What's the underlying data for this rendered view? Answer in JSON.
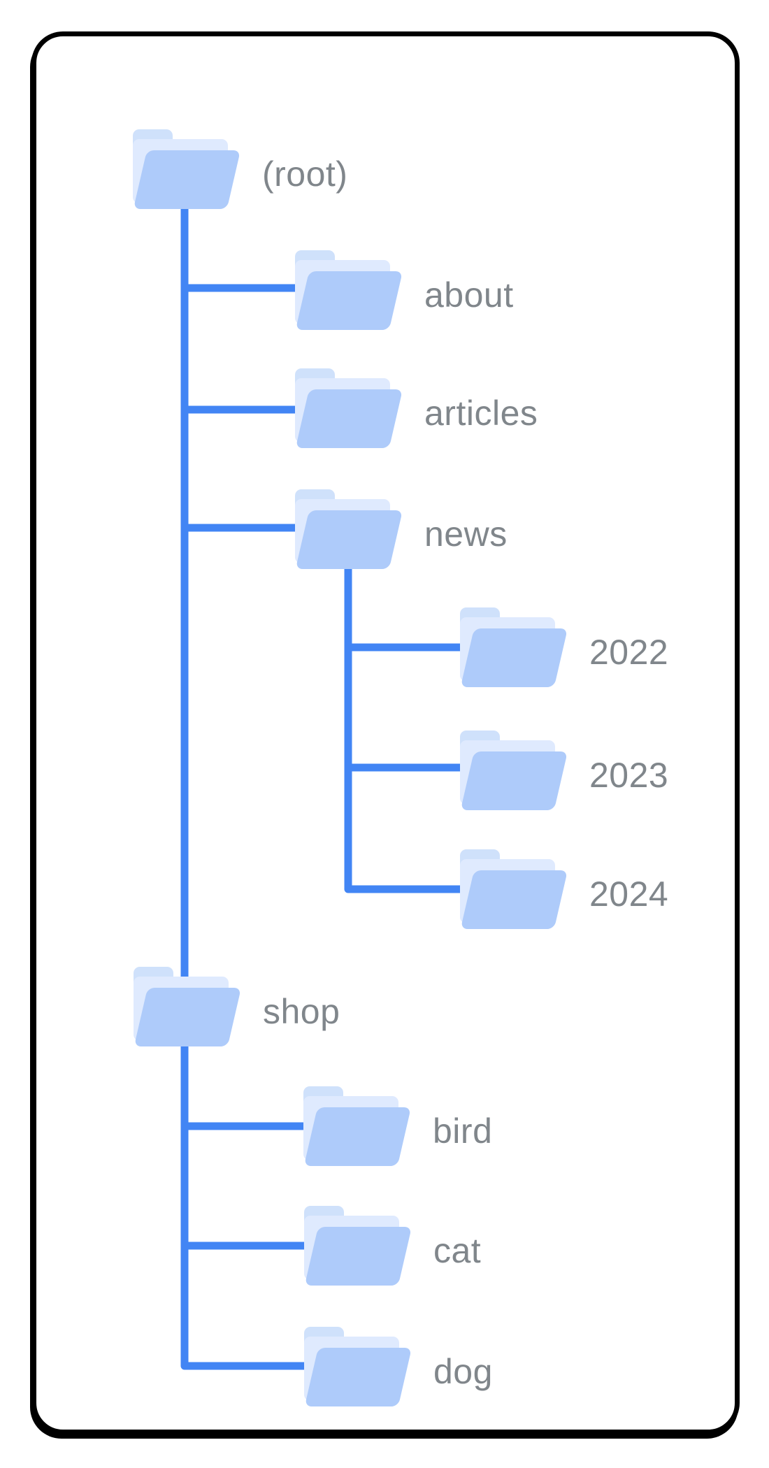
{
  "colors": {
    "connector": "#4285f4",
    "folder_front": "#aecbfa",
    "folder_tab": "#cfe1fb",
    "folder_sheet": "#dfeafe",
    "label_text": "#80868b",
    "card_border": "#000000",
    "card_background": "#ffffff"
  },
  "tree": {
    "nodes": [
      {
        "id": "root",
        "label": "(root)",
        "parent": null
      },
      {
        "id": "about",
        "label": "about",
        "parent": "root"
      },
      {
        "id": "articles",
        "label": "articles",
        "parent": "root"
      },
      {
        "id": "news",
        "label": "news",
        "parent": "root"
      },
      {
        "id": "2022",
        "label": "2022",
        "parent": "news"
      },
      {
        "id": "2023",
        "label": "2023",
        "parent": "news"
      },
      {
        "id": "2024",
        "label": "2024",
        "parent": "news"
      },
      {
        "id": "shop",
        "label": "shop",
        "parent": "root"
      },
      {
        "id": "bird",
        "label": "bird",
        "parent": "shop"
      },
      {
        "id": "cat",
        "label": "cat",
        "parent": "shop"
      },
      {
        "id": "dog",
        "label": "dog",
        "parent": "shop"
      }
    ]
  }
}
